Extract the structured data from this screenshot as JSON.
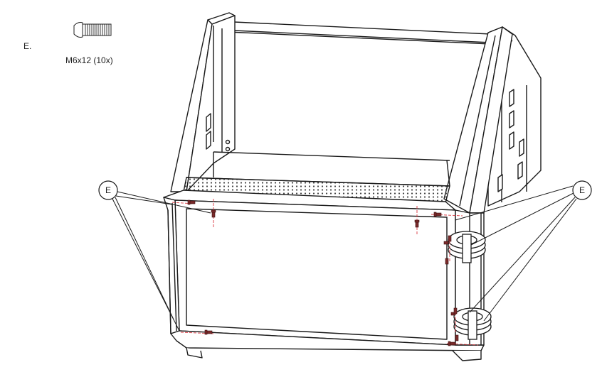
{
  "step": {
    "letter": "E."
  },
  "part": {
    "label": "M6x12 (10x)",
    "icon": "screw-icon"
  },
  "callouts": [
    {
      "id": "left",
      "letter": "E"
    },
    {
      "id": "right",
      "letter": "E"
    }
  ],
  "colors": {
    "line": "#1a1a1a",
    "screw_guide": "#d9363e",
    "screw": "#7a2a2a"
  }
}
